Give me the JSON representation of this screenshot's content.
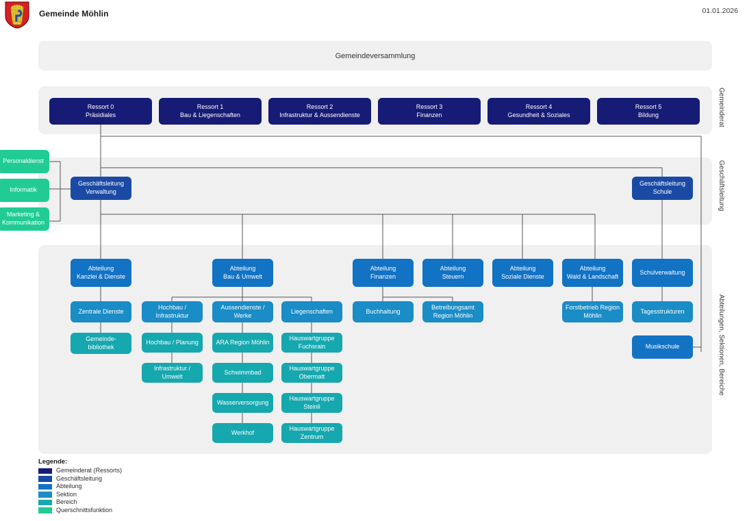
{
  "header": {
    "org_name": "Gemeinde Möhlin",
    "date": "01.01.2026",
    "logo_icon": "coat-of-arms-icon"
  },
  "assembly": {
    "label": "Gemeindeversammlung"
  },
  "band_labels": {
    "gemeinderat": "Gemeinderat",
    "geschaeftsleitung": "Geschäftsleitung",
    "abteilungen": "Abteilungen, Sektionen, Bereiche"
  },
  "colors": {
    "gemeinderat": "#161b76",
    "geschaeftsleitung": "#1b4aa5",
    "abteilung": "#1272c4",
    "sektion": "#1a8cc6",
    "bereich": "#16a8af",
    "querschnittsfunktion": "#21cc94",
    "band_background": "#f0f0f0"
  },
  "ressorts": [
    {
      "title": "Ressort 0",
      "subtitle": "Präsidiales"
    },
    {
      "title": "Ressort 1",
      "subtitle": "Bau & Liegenschaften"
    },
    {
      "title": "Ressort 2",
      "subtitle": "Infrastruktur & Aussendienste"
    },
    {
      "title": "Ressort 3",
      "subtitle": "Finanzen"
    },
    {
      "title": "Ressort 4",
      "subtitle": "Gesundheit & Soziales"
    },
    {
      "title": "Ressort 5",
      "subtitle": "Bildung"
    }
  ],
  "querschnittsfunktionen": [
    {
      "label": "Personaldienst"
    },
    {
      "label": "Informatik"
    },
    {
      "label": "Marketing &\nKommunikation"
    }
  ],
  "geschaeftsleitungen": [
    {
      "label": "Geschäftsleitung\nVerwaltung"
    },
    {
      "label": "Geschäftsleitung\nSchule"
    }
  ],
  "abteilungen": [
    {
      "label": "Abteilung\nKanzlei & Dienste"
    },
    {
      "label": "Abteilung\nBau & Umwelt"
    },
    {
      "label": "Abteilung\nFinanzen"
    },
    {
      "label": "Abteilung\nSteuern"
    },
    {
      "label": "Abteilung\nSoziale Dienste"
    },
    {
      "label": "Abteilung\nWald & Landschaft"
    },
    {
      "label": "Schulverwaltung"
    },
    {
      "label": "Musikschule"
    }
  ],
  "sektionen": [
    {
      "label": "Zentrale Dienste"
    },
    {
      "label": "Hochbau /\nInfrastruktur"
    },
    {
      "label": "Aussendienste /\nWerke"
    },
    {
      "label": "Liegenschaften"
    },
    {
      "label": "Buchhaltung"
    },
    {
      "label": "Betreibungsamt\nRegion Möhlin"
    },
    {
      "label": "Forstbetrieb Region\nMöhlin"
    },
    {
      "label": "Tagesstrukturen"
    }
  ],
  "bereiche": [
    {
      "label": "Gemeinde-\nbibliothek"
    },
    {
      "label": "Hochbau / Planung"
    },
    {
      "label": "Infrastruktur /\nUmwelt"
    },
    {
      "label": "ARA Region Möhlin"
    },
    {
      "label": "Schwimmbad"
    },
    {
      "label": "Wasserversorgung"
    },
    {
      "label": "Werkhof"
    },
    {
      "label": "Hauswartgruppe\nFuchsrain"
    },
    {
      "label": "Hauswartgruppe\nObermatt"
    },
    {
      "label": "Hauswartgruppe\nSteinli"
    },
    {
      "label": "Hauswartgruppe\nZentrum"
    }
  ],
  "legend": {
    "title": "Legende:",
    "items": [
      {
        "label": "Gemeinderat (Ressorts)",
        "color": "#161b76"
      },
      {
        "label": "Geschäftsleitung",
        "color": "#1b4aa5"
      },
      {
        "label": "Abteilung",
        "color": "#1272c4"
      },
      {
        "label": "Sektion",
        "color": "#1a8cc6"
      },
      {
        "label": "Bereich",
        "color": "#16a8af"
      },
      {
        "label": "Querschnittsfunktion",
        "color": "#21cc94"
      }
    ]
  }
}
